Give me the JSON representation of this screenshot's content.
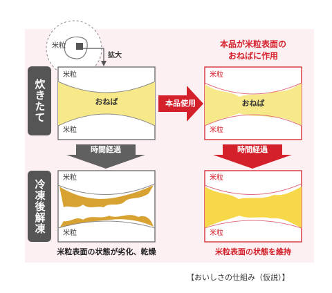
{
  "colors": {
    "background_pink": "#fdf0f2",
    "side_label_bg": "#555555",
    "accent_red": "#d4202a",
    "paste_yellow": "#f7e98a",
    "paste_degraded": "#d8a233",
    "grain_border": "#666666"
  },
  "zoom_callout": {
    "grain_label": "米粒",
    "enlarge_label": "拡大"
  },
  "side_labels": {
    "freshly_cooked": "炊きたて",
    "frozen_thawed": "冷凍後解凍"
  },
  "left_column": {
    "top_panel": {
      "grain_top": "米粒",
      "paste": "おねば",
      "grain_bottom": "米粒"
    },
    "time_arrow": "時間経過",
    "bottom_panel": {
      "grain_top": "米粒",
      "grain_bottom": "米粒"
    },
    "caption": "米粒表面の状態が劣化、乾燥"
  },
  "middle_arrow": "本品使用",
  "right_column": {
    "heading_line1": "本品が米粒表面の",
    "heading_line2": "おねばに作用",
    "top_panel": {
      "grain_top": "米粒",
      "paste": "おねば",
      "grain_bottom": "米粒"
    },
    "time_arrow": "時間経過",
    "bottom_panel": {
      "grain_top": "米粒",
      "grain_bottom": "米粒"
    },
    "caption": "米粒表面の状態を維持"
  },
  "footer": "【おいしさの仕組み（仮説）】"
}
